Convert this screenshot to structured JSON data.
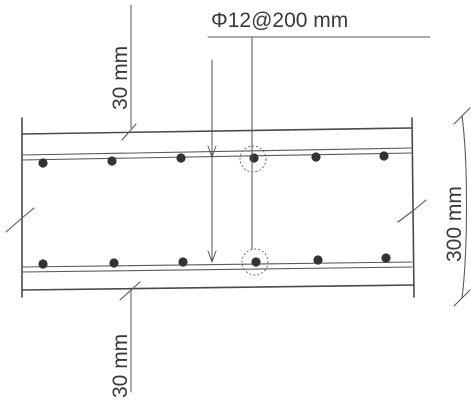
{
  "annotations": {
    "bar_spec": "Φ12@200 mm",
    "top_cover": "30 mm",
    "bottom_cover": "30 mm",
    "slab_thickness": "300 mm"
  },
  "colors": {
    "ink": "#3a3a3a",
    "background": "#ffffff"
  }
}
